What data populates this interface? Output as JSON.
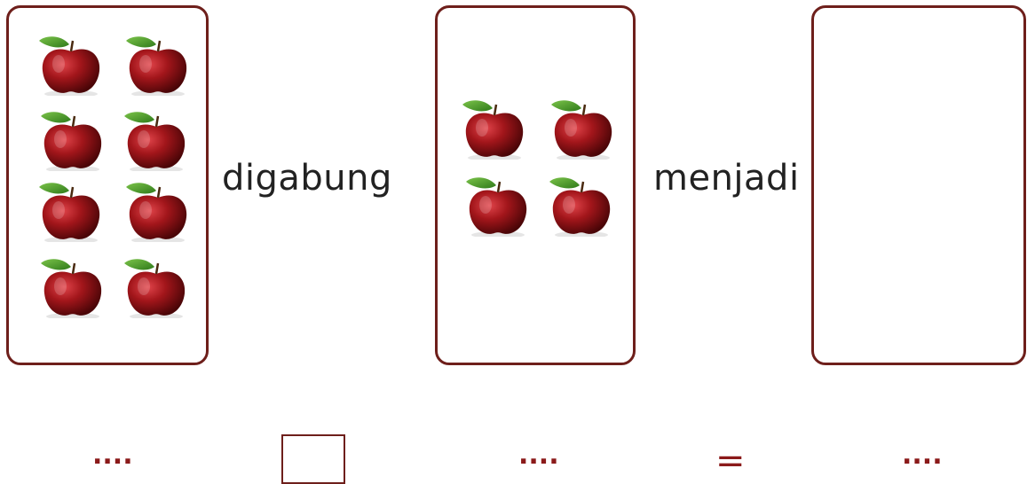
{
  "cards": [
    {
      "id": "left",
      "apple_count": 8
    },
    {
      "id": "middle",
      "apple_count": 4
    },
    {
      "id": "right",
      "apple_count": 0
    }
  ],
  "words": {
    "combine": "digabung",
    "becomes": "menjadi"
  },
  "equation": {
    "first_blank": "....",
    "second_blank": "....",
    "equals": "=",
    "result_blank": "...."
  },
  "colors": {
    "border": "#6e1f1b",
    "apple_red": "#a3161b",
    "leaf_green": "#4a9a2a",
    "dots": "#8b1a1a"
  }
}
